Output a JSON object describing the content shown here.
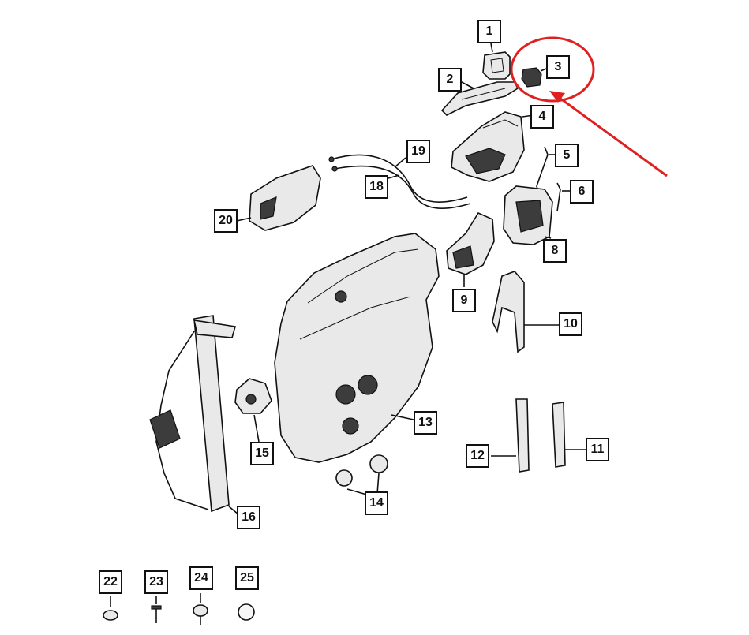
{
  "diagram": {
    "callouts": [
      {
        "id": "1",
        "label": "1"
      },
      {
        "id": "2",
        "label": "2"
      },
      {
        "id": "3",
        "label": "3"
      },
      {
        "id": "4",
        "label": "4"
      },
      {
        "id": "5",
        "label": "5"
      },
      {
        "id": "6",
        "label": "6"
      },
      {
        "id": "8",
        "label": "8"
      },
      {
        "id": "9",
        "label": "9"
      },
      {
        "id": "10",
        "label": "10"
      },
      {
        "id": "11",
        "label": "11"
      },
      {
        "id": "12",
        "label": "12"
      },
      {
        "id": "13",
        "label": "13"
      },
      {
        "id": "14",
        "label": "14"
      },
      {
        "id": "15",
        "label": "15"
      },
      {
        "id": "16",
        "label": "16"
      },
      {
        "id": "18",
        "label": "18"
      },
      {
        "id": "19",
        "label": "19"
      },
      {
        "id": "20",
        "label": "20"
      },
      {
        "id": "22",
        "label": "22"
      },
      {
        "id": "23",
        "label": "23"
      },
      {
        "id": "24",
        "label": "24"
      },
      {
        "id": "25",
        "label": "25"
      }
    ],
    "highlight_color": "#e02020",
    "line_color": "#111111"
  }
}
